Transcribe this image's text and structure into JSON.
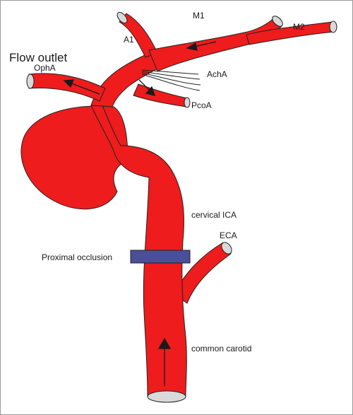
{
  "labels": {
    "flow_outlet": "Flow outlet",
    "opha": "OphA",
    "a1": "A1",
    "m1": "M1",
    "m2": "M2",
    "acha": "AchA",
    "pcoa": "PcoA",
    "cervical_ica": "cervical ICA",
    "eca": "ECA",
    "proximal_occlusion": "Proximal occlusion",
    "common_carotid": "common carotid"
  },
  "colors": {
    "vessel": "#ee1c1c",
    "vessel_outline": "#222222",
    "vessel_end": "#d9d9d9",
    "occlusion_band": "#4a4f9a",
    "arrow": "#1a1a1a"
  },
  "icons": {
    "flow_arrow": "arrowhead"
  }
}
